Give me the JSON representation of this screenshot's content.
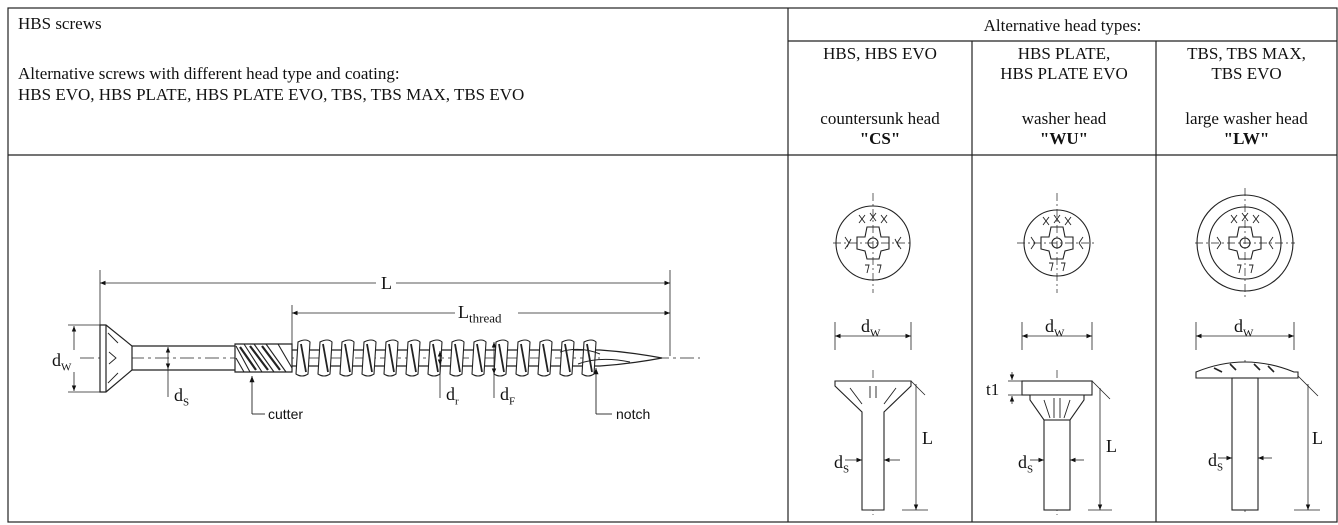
{
  "header": {
    "title": "HBS screws",
    "alt_intro": "Alternative screws with different head type and coating:",
    "alt_list": "HBS EVO, HBS PLATE, HBS PLATE EVO, TBS, TBS MAX, TBS EVO",
    "alt_head_title": "Alternative head types:"
  },
  "columns": [
    {
      "name_l1": "HBS, HBS EVO",
      "name_l2": "",
      "head": "countersunk head",
      "code": "\"CS\""
    },
    {
      "name_l1": "HBS PLATE,",
      "name_l2": "HBS PLATE EVO",
      "head": "washer head",
      "code": "\"WU\""
    },
    {
      "name_l1": "TBS, TBS MAX,",
      "name_l2": "TBS EVO",
      "head": "large washer head",
      "code": "\"LW\""
    }
  ],
  "main_drawing": {
    "L": "L",
    "L_thread_main": "L",
    "L_thread_sub": "thread",
    "dw_main": "d",
    "dw_sub": "W",
    "ds_main": "d",
    "ds_sub": "S",
    "dr_main": "d",
    "dr_sub": "r",
    "dF_main": "d",
    "dF_sub": "F",
    "cutter": "cutter",
    "notch": "notch"
  },
  "head_drawings": {
    "dw_main": "d",
    "dw_sub": "W",
    "ds_main": "d",
    "ds_sub": "S",
    "L": "L",
    "t1": "t1"
  }
}
